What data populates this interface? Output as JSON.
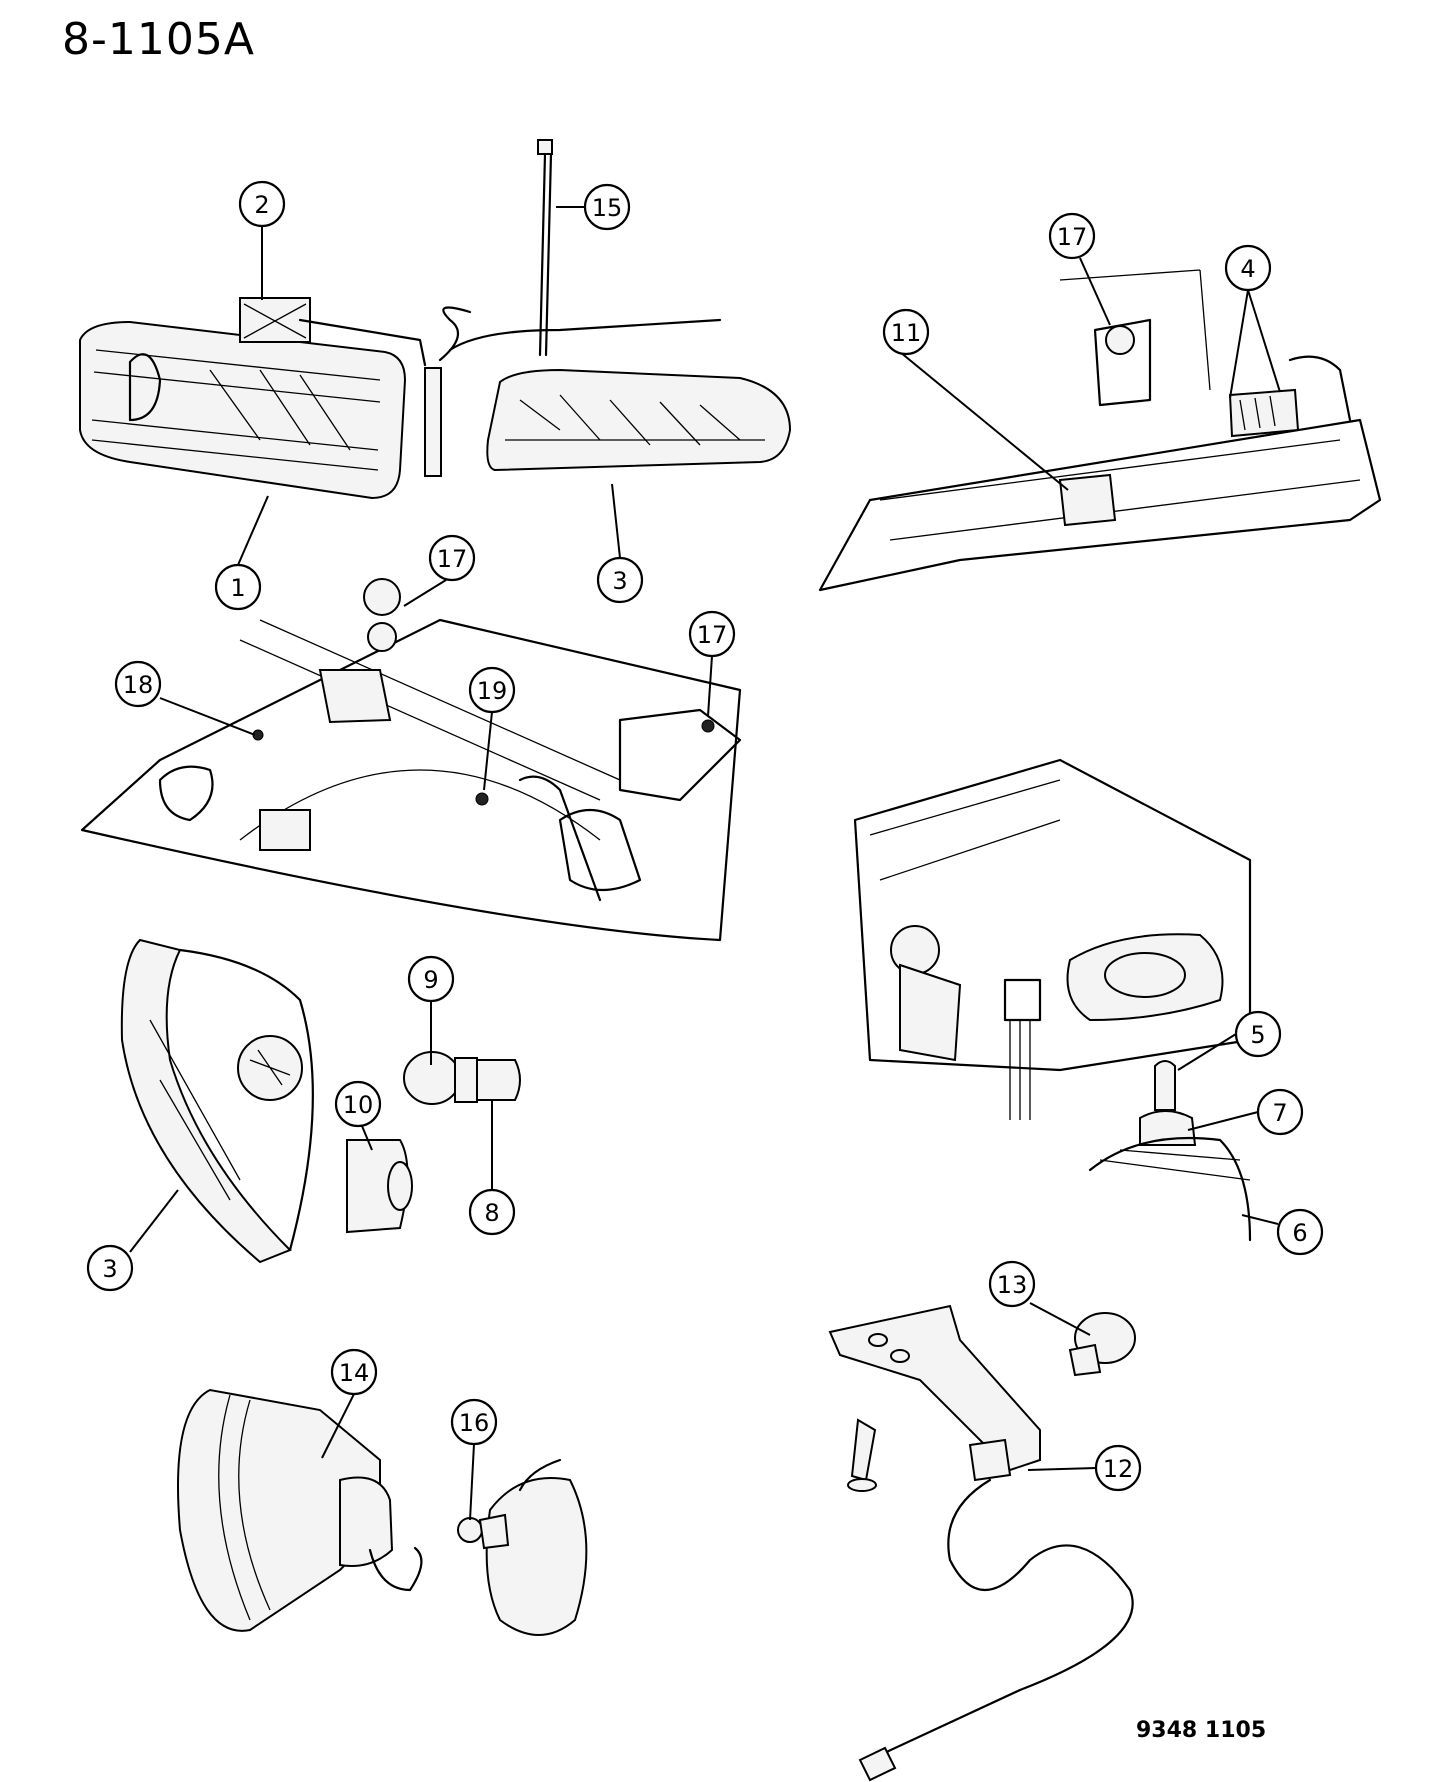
{
  "page": {
    "title": "8-1105A",
    "figure_code": "9348 1105"
  },
  "callouts": [
    {
      "id": "c1",
      "label": "1"
    },
    {
      "id": "c2",
      "label": "2"
    },
    {
      "id": "c3a",
      "label": "3"
    },
    {
      "id": "c3b",
      "label": "3"
    },
    {
      "id": "c4",
      "label": "4"
    },
    {
      "id": "c5",
      "label": "5"
    },
    {
      "id": "c6",
      "label": "6"
    },
    {
      "id": "c7",
      "label": "7"
    },
    {
      "id": "c8",
      "label": "8"
    },
    {
      "id": "c9",
      "label": "9"
    },
    {
      "id": "c10",
      "label": "10"
    },
    {
      "id": "c11",
      "label": "11"
    },
    {
      "id": "c12",
      "label": "12"
    },
    {
      "id": "c13",
      "label": "13"
    },
    {
      "id": "c14",
      "label": "14"
    },
    {
      "id": "c15",
      "label": "15"
    },
    {
      "id": "c16",
      "label": "16"
    },
    {
      "id": "c17a",
      "label": "17"
    },
    {
      "id": "c17b",
      "label": "17"
    },
    {
      "id": "c17c",
      "label": "17"
    },
    {
      "id": "c18",
      "label": "18"
    },
    {
      "id": "c19",
      "label": "19"
    }
  ]
}
